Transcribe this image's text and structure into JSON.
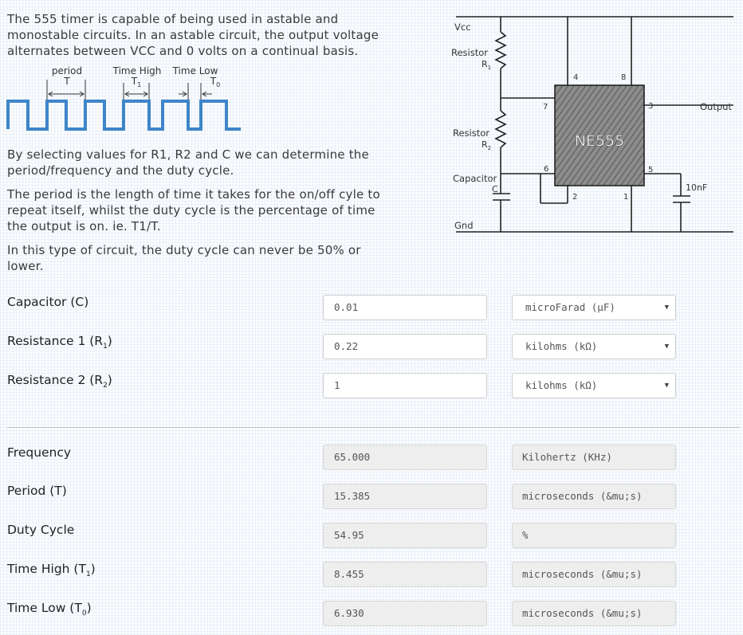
{
  "intro": {
    "p1": [
      "The 555 timer is capable of being used in astable and",
      "monostable circuits. In an astable circuit, the output voltage",
      "alternates between VCC and 0 volts on a continual basis."
    ],
    "p2": [
      "By selecting values for R1, R2 and C we can determine the",
      "period/frequency and the duty cycle."
    ],
    "p3": [
      "The period is the length of time it takes for the on/off cyle to",
      "repeat itself, whilst the duty cycle is the percentage of time",
      "the output is on. ie. T1/T."
    ],
    "p4": [
      "In this type of circuit, the duty cycle can never be 50% or",
      "lower."
    ]
  },
  "waveform": {
    "period_label": "period",
    "period_symbol": "T",
    "high_label": "Time High",
    "high_symbol": "T",
    "high_sub": "1",
    "low_label": "Time Low",
    "low_symbol": "T",
    "low_sub": "0",
    "color": "#3e86c9"
  },
  "circuit": {
    "vcc": "Vcc",
    "resistor1": "Resistor",
    "r1_symbol": "R",
    "r1_sub": "1",
    "resistor2": "Resistor",
    "r2_symbol": "R",
    "r2_sub": "2",
    "capacitor": "Capacitor",
    "c_symbol": "C",
    "gnd": "Gnd",
    "chip": "NE555",
    "pin4": "4",
    "pin8": "8",
    "pin7": "7",
    "pin3": "3",
    "pin6": "6",
    "pin5": "5",
    "pin2": "2",
    "pin1": "1",
    "output": "Output",
    "cap2": "10nF"
  },
  "inputs": [
    {
      "label": "Capacitor (C)",
      "value": "0.01",
      "unit": "microFarad (µF)"
    },
    {
      "label": "Resistance 1 (R1)",
      "value": "0.22",
      "unit": "kilohms (kΩ)"
    },
    {
      "label": "Resistance 2 (R2)",
      "value": "1",
      "unit": "kilohms (kΩ)"
    }
  ],
  "outputs": [
    {
      "label": "Frequency",
      "value": "65.000",
      "unit": "Kilohertz (KHz)"
    },
    {
      "label": "Period (T)",
      "value": "15.385",
      "unit": "microseconds (&mu;s)"
    },
    {
      "label": "Duty Cycle",
      "value": "54.95",
      "unit": "%"
    },
    {
      "label": "Time High (T1)",
      "value": "8.455",
      "unit": "microseconds (&mu;s)"
    },
    {
      "label": "Time Low (T0)",
      "value": "6.930",
      "unit": "microseconds (&mu;s)"
    }
  ],
  "icons": {
    "dropdown": "chevron-down-icon"
  }
}
